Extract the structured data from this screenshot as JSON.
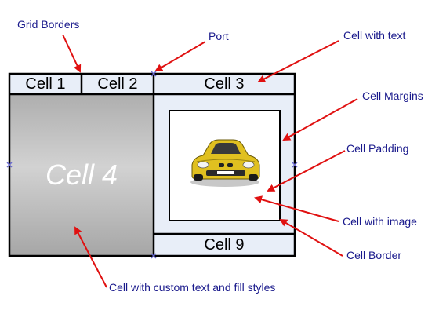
{
  "annotations": {
    "grid_borders": "Grid Borders",
    "port": "Port",
    "cell_with_text": "Cell with text",
    "cell_margins": "Cell Margins",
    "cell_padding": "Cell Padding",
    "cell_with_image": "Cell with image",
    "cell_border": "Cell Border",
    "custom_styles": "Cell with custom text and fill styles"
  },
  "cells": {
    "cell1": "Cell 1",
    "cell2": "Cell 2",
    "cell3": "Cell 3",
    "cell4": "Cell 4",
    "cell9": "Cell 9"
  },
  "colors": {
    "annotation_text": "#1a1a8c",
    "arrow": "#e01010",
    "cell_fill": "#e8eef8",
    "port_marker": "#6a6ad0",
    "car_body": "#e0c020"
  }
}
